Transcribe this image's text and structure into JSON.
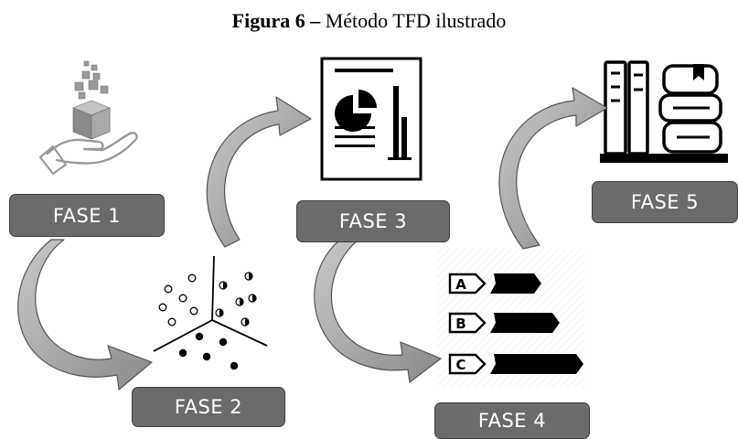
{
  "figure": {
    "title_bold": "Figura 6 –",
    "title_rest": " Método TFD ilustrado"
  },
  "phases": [
    {
      "label": "FASE 1"
    },
    {
      "label": "FASE 2"
    },
    {
      "label": "FASE 3"
    },
    {
      "label": "FASE 4"
    },
    {
      "label": "FASE 5"
    }
  ],
  "rating_letters": [
    "A",
    "B",
    "C"
  ],
  "colors": {
    "phase_fill": "#6b6b6b",
    "arrow_fill": "#9c9c9c",
    "ink": "#000000"
  }
}
